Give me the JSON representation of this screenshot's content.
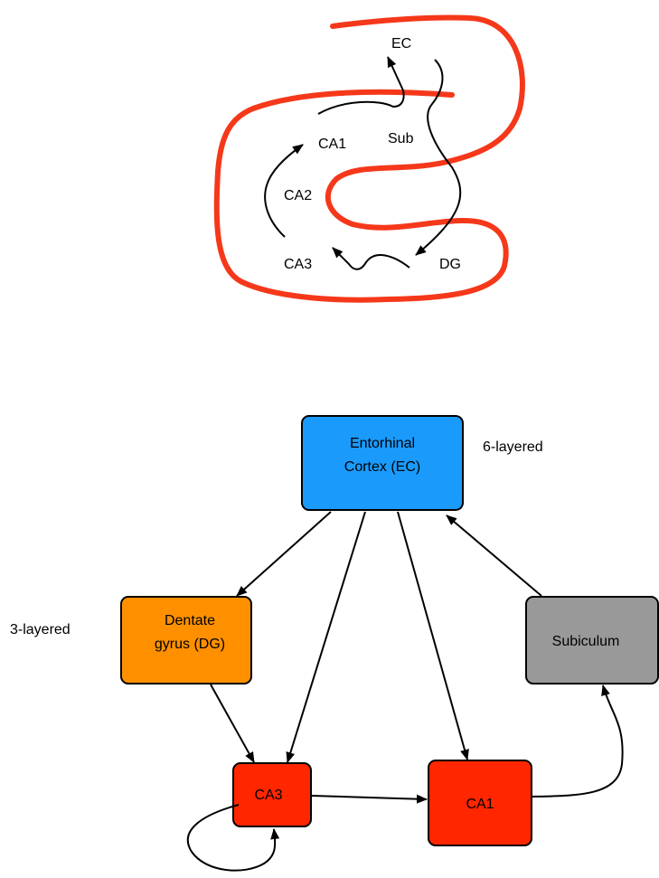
{
  "sketch": {
    "labels": {
      "ec": "EC",
      "sub": "Sub",
      "ca1": "CA1",
      "ca2": "CA2",
      "ca3": "CA3",
      "dg": "DG"
    },
    "outline_color": "#f5381a"
  },
  "flow": {
    "ec_box": {
      "line1": "Entorhinal",
      "line2": "Cortex (EC)",
      "note": "6-layered",
      "color": "#1a9bfc"
    },
    "dg_box": {
      "line1": "Dentate",
      "line2": "gyrus (DG)",
      "note": "3-layered",
      "color": "#fe9000"
    },
    "sub_box": {
      "label": "Subiculum",
      "color": "#999999"
    },
    "ca3_box": {
      "label": "CA3",
      "color": "#ff2600"
    },
    "ca1_box": {
      "label": "CA1",
      "color": "#ff2600"
    }
  }
}
